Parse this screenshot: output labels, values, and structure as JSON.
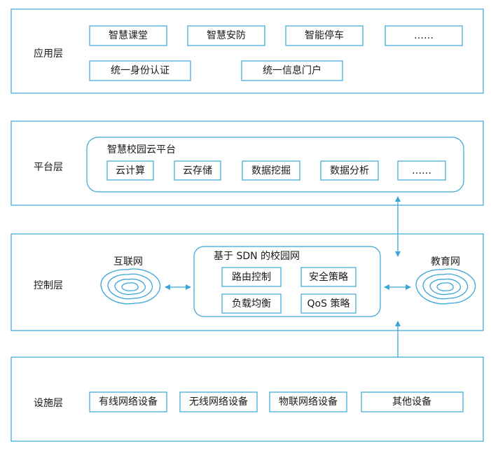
{
  "layers": {
    "application": {
      "name": "应用层",
      "items": [
        "智慧课堂",
        "智慧安防",
        "智能停车",
        "……",
        "统一身份认证",
        "统一信息门户"
      ]
    },
    "platform": {
      "name": "平台层",
      "group_title": "智慧校园云平台",
      "items": [
        "云计算",
        "云存储",
        "数据挖掘",
        "数据分析",
        "……"
      ]
    },
    "control": {
      "name": "控制层",
      "left_network": "互联网",
      "right_network": "教育网",
      "group_title": "基于 SDN 的校园网",
      "items": [
        "路由控制",
        "安全策略",
        "负载均衡",
        "QoS 策略"
      ]
    },
    "infrastructure": {
      "name": "设施层",
      "items": [
        "有线网络设备",
        "无线网络设备",
        "物联网络设备",
        "其他设备"
      ]
    }
  },
  "colors": {
    "accent": "#3aa5d8",
    "text": "#1a1a1a",
    "background": "#ffffff"
  },
  "icons": [
    "cloud-icon",
    "double-arrow-icon"
  ]
}
